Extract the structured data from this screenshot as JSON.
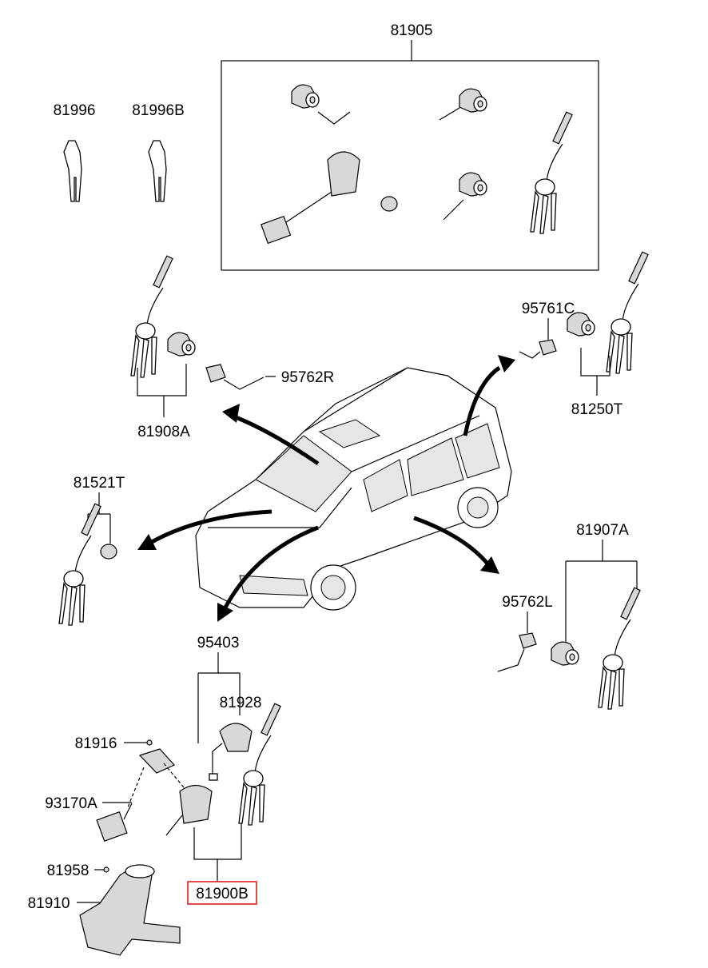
{
  "diagram": {
    "labels": {
      "p81905": "81905",
      "p81996": "81996",
      "p81996B": "81996B",
      "p95761C": "95761C",
      "p95762R": "95762R",
      "p81250T": "81250T",
      "p81908A": "81908A",
      "p81521T": "81521T",
      "p81907A": "81907A",
      "p95762L": "95762L",
      "p95403": "95403",
      "p81928": "81928",
      "p81916": "81916",
      "p93170A": "93170A",
      "p81958": "81958",
      "p81910": "81910",
      "p81900B": "81900B"
    },
    "highlighted_part": "81900B",
    "highlight_color": "#e02020"
  }
}
